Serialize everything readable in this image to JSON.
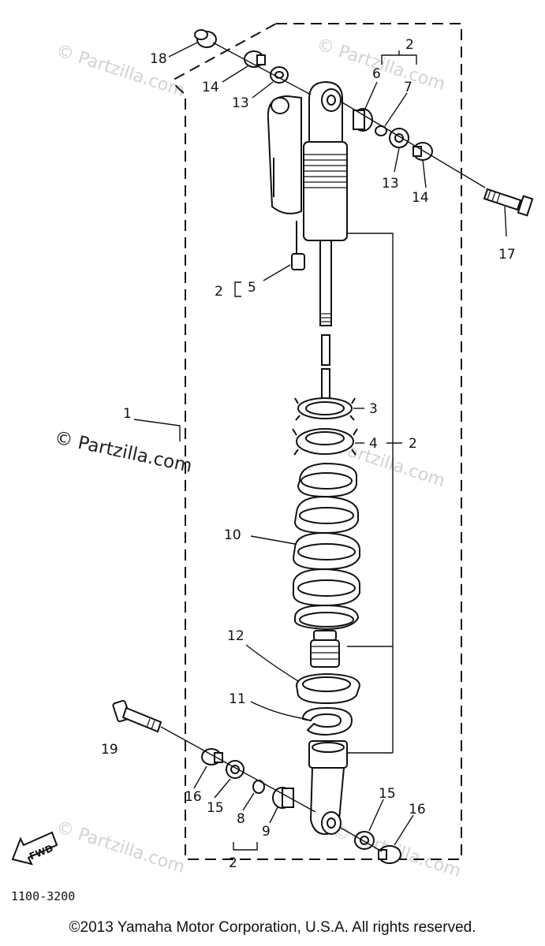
{
  "watermarks": {
    "main": "© Partzilla.com",
    "faint": "© Partzilla.com"
  },
  "part_labels": {
    "p1": "1",
    "p2_top": "2",
    "p2_left": "2",
    "p2_right": "2",
    "p2_bottom": "2",
    "p3": "3",
    "p4": "4",
    "p5": "5",
    "p6": "6",
    "p7": "7",
    "p8": "8",
    "p9": "9",
    "p10": "10",
    "p11": "11",
    "p12": "12",
    "p13_left": "13",
    "p13_right": "13",
    "p14_left": "14",
    "p14_right": "14",
    "p15_left": "15",
    "p15_right": "15",
    "p16_left": "16",
    "p16_right": "16",
    "p17": "17",
    "p18": "18",
    "p19": "19"
  },
  "fwd_label": "FWD",
  "diagram_code": "1100-3200",
  "copyright": "©2013  Yamaha Motor Corporation, U.S.A. All rights reserved."
}
